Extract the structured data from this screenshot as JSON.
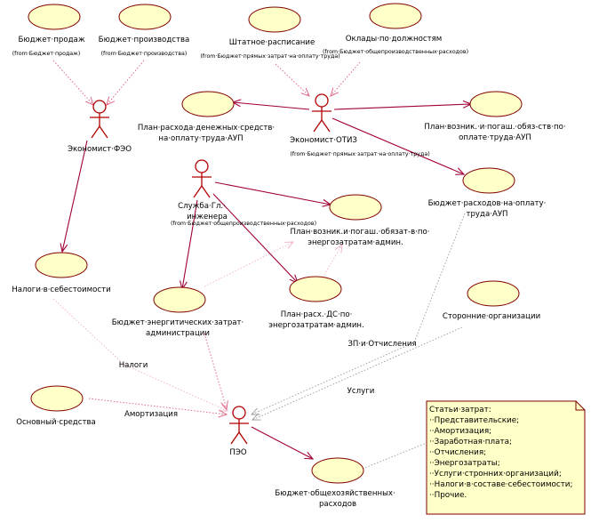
{
  "use_cases": {
    "budget_sales": "Бюджет·продаж",
    "budget_sales_from": "(from·Бюджет·продаж)",
    "budget_production": "Бюджет·производства",
    "budget_production_from": "(from·Бюджет·производства)",
    "staff_schedule": "Штатное·расписание",
    "staff_schedule_from": "(from·Бюджет·прямых·затрат·на·оплату·труда)",
    "salaries": "Оклады·по·должностям",
    "salaries_from": "(from·Бюджет·общепроизводственных·расходов)",
    "cash_plan_line1": "План·расхода·денежных·средств·",
    "cash_plan_line2": "на·оплату·труда·АУП",
    "obligations_plan_line1": "План·возник.·и·погаш.·обяз-ств·по·",
    "obligations_plan_line2": "оплате·труда·АУП",
    "budget_aup_line1": "Бюджет·расходов·на·оплату·",
    "budget_aup_line2": "труда·АУП",
    "energy_obl_line1": "План·возник.и·погаш.·обязат-в·по·",
    "energy_obl_line2": "энергозатратам·админ.",
    "energy_obl_from": "(from·Бюджет·общепроизводственных·расходов)",
    "taxes_cost": "Налоги·в·себестоимости",
    "energy_budget_line1": "Бюджет·энергитических·затрат·",
    "energy_budget_line2": "администрации",
    "energy_cash_line1": "План·расх.·ДС·по·",
    "energy_cash_line2": "энергозатратам·админ.",
    "third_party": "Сторонние·организации",
    "fixed_assets": "Основный·средства",
    "overhead_budget_line1": "Бюджет·общехозяйственных·",
    "overhead_budget_line2": "расходов"
  },
  "actors": {
    "economist_fzo": "Экономист·ФЭО",
    "economist_otiz": "Экономист·ОТИЗ",
    "economist_otiz_from": "(from·Бюджет·прямых·затрат·на·оплату·труда)",
    "chief_engineer_line1": "Служба·Гл.·",
    "chief_engineer_line2": "инженера",
    "peo": "ПЭО"
  },
  "edge_labels": {
    "taxes": "Налоги",
    "depreciation": "Амортизация",
    "salary_taxes": "ЗП·и·Отчисления",
    "services": "Услуги"
  },
  "note": {
    "title": "Статьи·затрат:",
    "items": [
      "··Представительские;",
      "··Амортизация;",
      "··Заработная·плата;",
      "··Отчисления;",
      "··Энергозатраты;",
      "··Услуги·стронних·организаций;",
      "··Налоги·в·составе·себестоимости;",
      "··Прочие."
    ]
  },
  "colors": {
    "usecase_fill": "#ffffc8",
    "usecase_border": "#800000",
    "actor": "#b20000",
    "association": "#a0003a",
    "dependency": "#e05a7a"
  }
}
